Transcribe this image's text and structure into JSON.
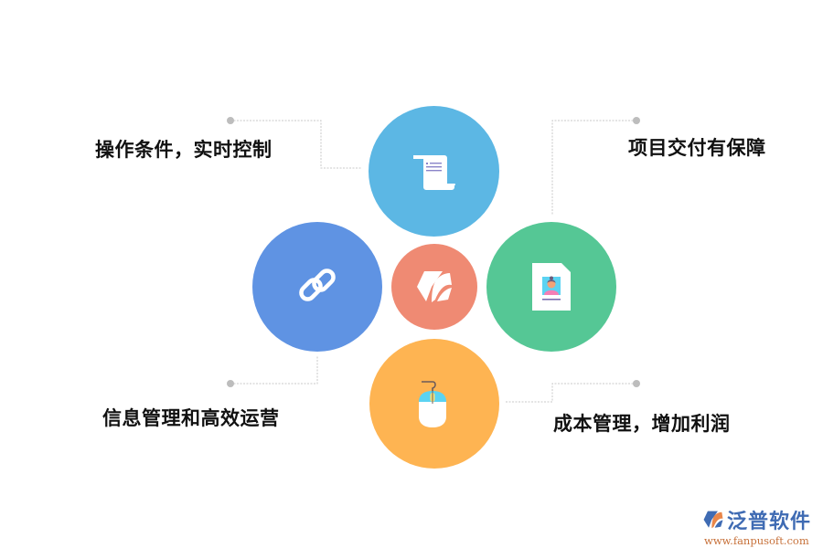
{
  "diagram": {
    "center": {
      "color": "#ef8a73",
      "icon": "brand-hexagon-icon"
    },
    "nodes": [
      {
        "id": "top",
        "label": "操作条件，实时控制",
        "color": "#5cb7e4",
        "icon": "scroll-document-icon"
      },
      {
        "id": "right",
        "label": "项目交付有保障",
        "color": "#55c795",
        "icon": "id-photo-document-icon"
      },
      {
        "id": "left",
        "label": "信息管理和高效运营",
        "color": "#5f93e3",
        "icon": "chain-link-icon"
      },
      {
        "id": "bottom",
        "label": "成本管理，增加利润",
        "color": "#feb452",
        "icon": "computer-mouse-icon"
      }
    ]
  },
  "watermark": {
    "name": "泛普软件",
    "url": "www.fanpusoft.com"
  }
}
